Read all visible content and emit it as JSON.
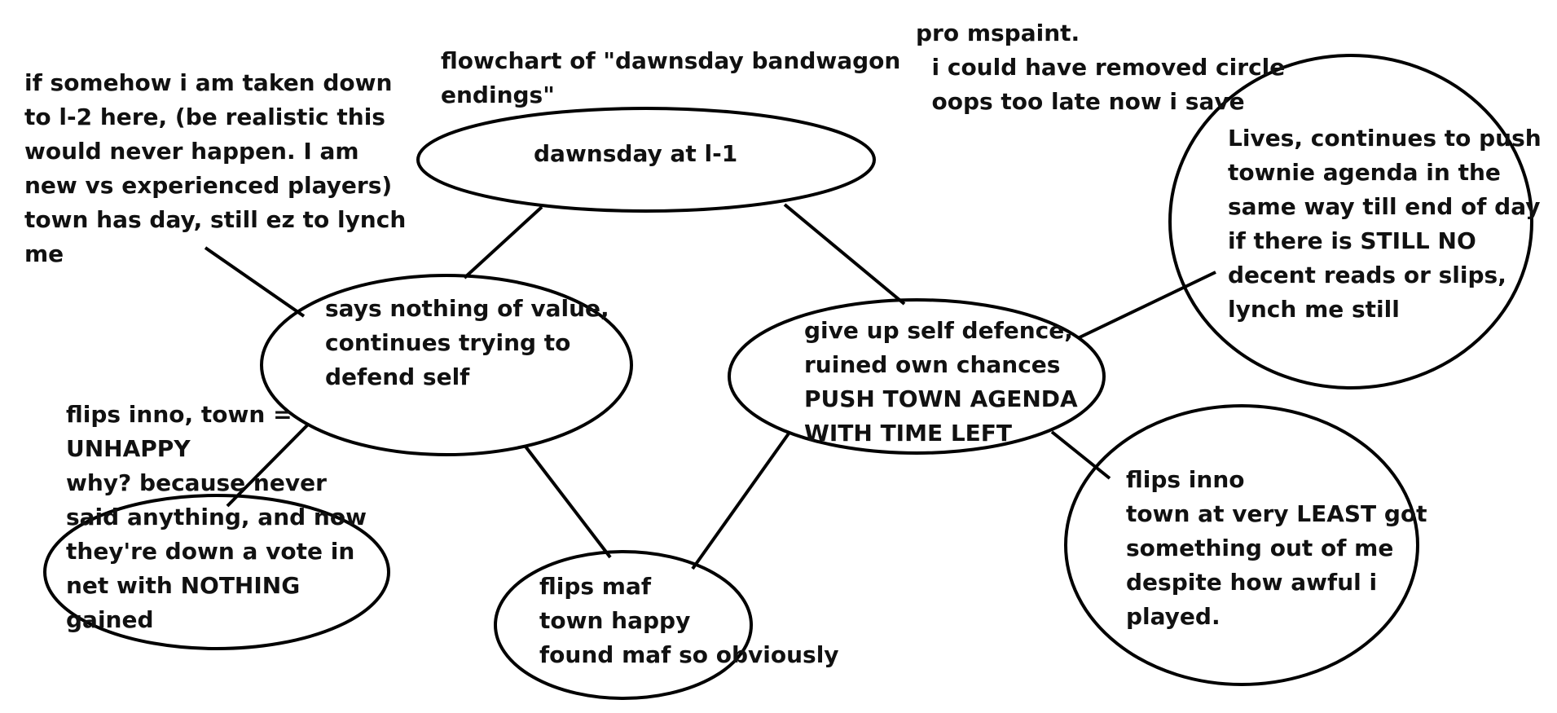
{
  "diagram": {
    "title": "flowchart of \"dawnsday bandwagon\nendings\"",
    "side_note": "pro mspaint.\n  i could have removed circle\n  oops too late now i save",
    "nodes": {
      "root": "dawnsday at l-1",
      "defend": "says nothing of value,\ncontinues trying to\ndefend self",
      "giveup": "give up self defence,\nruined own chances\nPUSH TOWN AGENDA\nWITH TIME LEFT",
      "lives": "Lives, continues to push\ntownie agenda in the\nsame way till end of day\nif there is STILL NO\ndecent reads or slips,\nlynch me still",
      "flips_inno_unhappy": "flips inno, town =\nUNHAPPY\nwhy? because never\nsaid anything, and now\nthey're down a vote in\nnet with NOTHING\ngained",
      "flips_maf": "flips maf\ntown happy\nfound maf so obviously",
      "flips_inno_least": "flips inno\ntown at very LEAST got\nsomething out of me\ndespite how awful i\nplayed."
    },
    "annotation_l2": "if somehow i am taken down\nto l-2 here, (be realistic this\nwould never happen. I am\nnew vs experienced players)\ntown has day, still ez to lynch\nme",
    "colors": {
      "stroke": "#000000",
      "text": "#111111",
      "background": "#ffffff"
    }
  }
}
